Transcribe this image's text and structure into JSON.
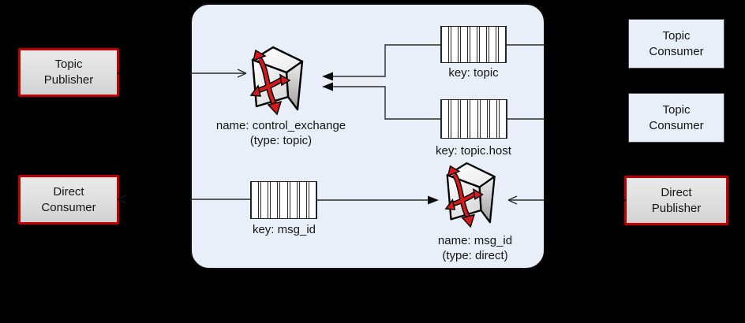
{
  "boxes": {
    "topic_publisher": {
      "lines": [
        "Topic",
        "Publisher"
      ]
    },
    "direct_consumer": {
      "lines": [
        "Direct",
        "Consumer"
      ]
    },
    "topic_consumer_1": {
      "lines": [
        "Topic",
        "Consumer"
      ]
    },
    "topic_consumer_2": {
      "lines": [
        "Topic",
        "Consumer"
      ]
    },
    "direct_publisher": {
      "lines": [
        "Direct",
        "Publisher"
      ]
    }
  },
  "exchanges": {
    "control": {
      "name": "name: control_exchange",
      "type": "(type: topic)"
    },
    "msg_id": {
      "name": "name: msg_id",
      "type": "(type: direct)"
    }
  },
  "queues": {
    "topic": {
      "label": "key: topic"
    },
    "topic_host": {
      "label": "key: topic.host"
    },
    "msg_id": {
      "label": "key: msg_id"
    }
  },
  "icons": {
    "exchange": "exchange-switch-icon",
    "queue": "queue-slots-icon"
  },
  "colors": {
    "background": "#000000",
    "container_fill": "#e9eff8",
    "publisher_border_red": "#c00000",
    "arrow_red": "#d61a1a",
    "node_gray_fill": "#dedede",
    "line": "#2b2b2b"
  }
}
